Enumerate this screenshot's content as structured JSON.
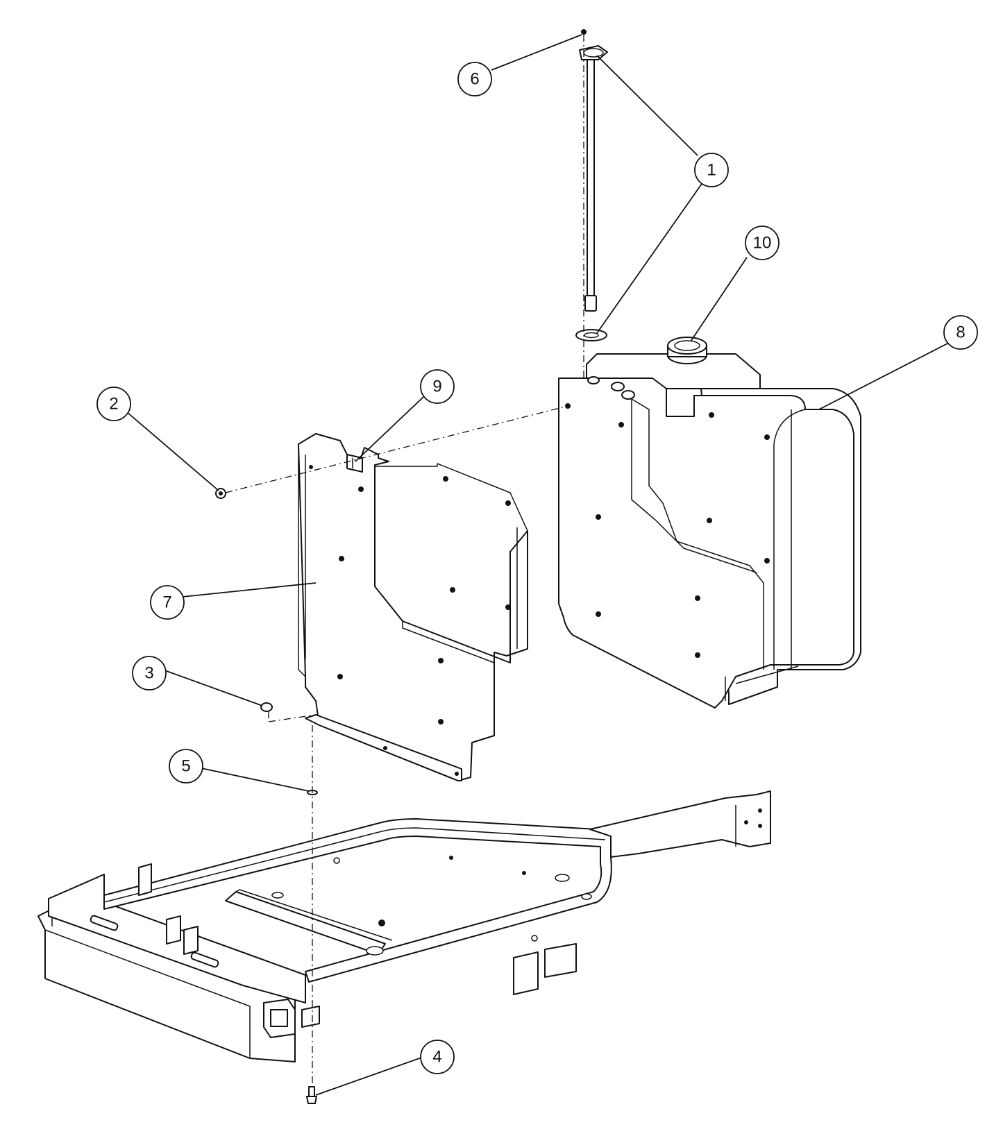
{
  "colors": {
    "line": "#111111",
    "background": "#ffffff"
  },
  "balloons": [
    {
      "id": "1",
      "label": "1"
    },
    {
      "id": "2",
      "label": "2"
    },
    {
      "id": "3",
      "label": "3"
    },
    {
      "id": "4",
      "label": "4"
    },
    {
      "id": "5",
      "label": "5"
    },
    {
      "id": "6",
      "label": "6"
    },
    {
      "id": "7",
      "label": "7"
    },
    {
      "id": "8",
      "label": "8"
    },
    {
      "id": "9",
      "label": "9"
    },
    {
      "id": "10",
      "label": "10"
    }
  ]
}
